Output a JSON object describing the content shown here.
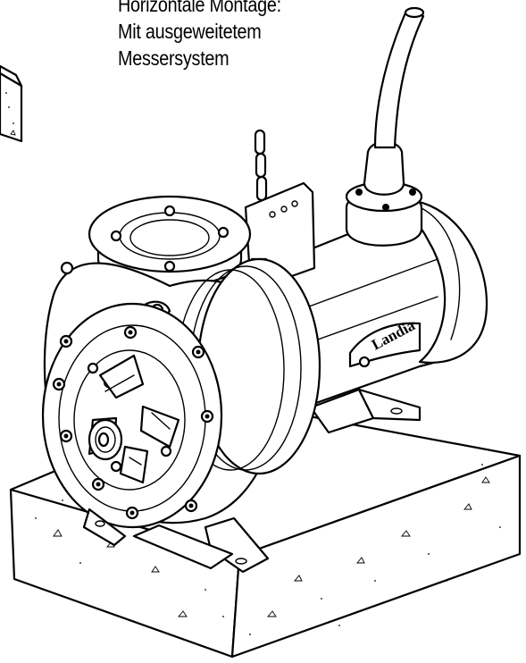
{
  "caption": {
    "line1": "Horizontale Montage:",
    "line2": "Mit ausgeweitetem",
    "line3": "Messersystem"
  },
  "brand": {
    "name": "Landia"
  }
}
